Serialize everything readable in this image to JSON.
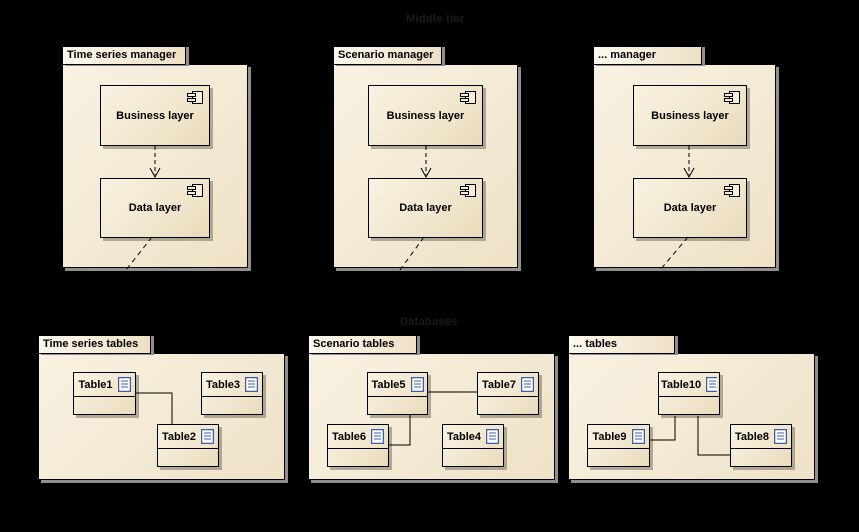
{
  "diagram": {
    "section_labels": {
      "top": "Middle tier",
      "bottom": "Databases"
    },
    "managers": [
      {
        "name": "Time series manager",
        "layers": {
          "business": "Business layer",
          "data": "Data layer"
        }
      },
      {
        "name": "Scenario manager",
        "layers": {
          "business": "Business layer",
          "data": "Data layer"
        }
      },
      {
        "name": "... manager",
        "layers": {
          "business": "Business layer",
          "data": "Data layer"
        }
      }
    ],
    "databases": [
      {
        "name": "Time series tables",
        "tables": [
          "Table1",
          "Table3",
          "Table2"
        ]
      },
      {
        "name": "Scenario tables",
        "tables": [
          "Table5",
          "Table7",
          "Table6",
          "Table4"
        ]
      },
      {
        "name": "... tables",
        "tables": [
          "Table10",
          "Table9",
          "Table8"
        ]
      }
    ],
    "icons": {
      "component": "uml-component-icon",
      "table": "table-icon"
    },
    "colors": {
      "background": "#000000",
      "element_fill": "#f3e9d4",
      "element_border": "#000000",
      "shadow": "#8f8f8f",
      "table_icon_blue": "#3c5da8",
      "faint_label": "#1b1b1b"
    }
  }
}
